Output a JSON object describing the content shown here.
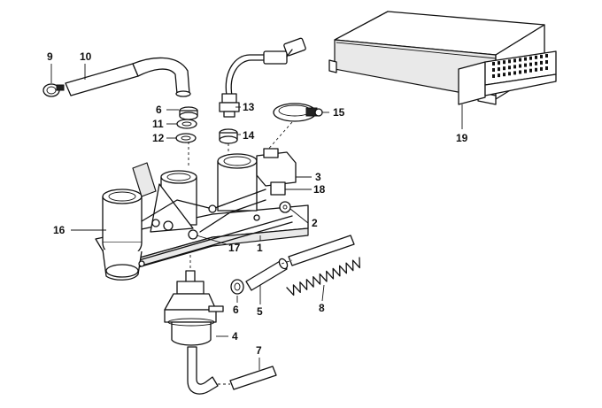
{
  "callouts": [
    {
      "id": "c9",
      "text": "9"
    },
    {
      "id": "c10",
      "text": "10"
    },
    {
      "id": "c6a",
      "text": "6"
    },
    {
      "id": "c11",
      "text": "11"
    },
    {
      "id": "c12",
      "text": "12"
    },
    {
      "id": "c13",
      "text": "13"
    },
    {
      "id": "c14",
      "text": "14"
    },
    {
      "id": "c15",
      "text": "15"
    },
    {
      "id": "c19",
      "text": "19"
    },
    {
      "id": "c3",
      "text": "3"
    },
    {
      "id": "c18",
      "text": "18"
    },
    {
      "id": "c2",
      "text": "2"
    },
    {
      "id": "c16",
      "text": "16"
    },
    {
      "id": "c17",
      "text": "17"
    },
    {
      "id": "c1",
      "text": "1"
    },
    {
      "id": "c6b",
      "text": "6"
    },
    {
      "id": "c5",
      "text": "5"
    },
    {
      "id": "c8",
      "text": "8"
    },
    {
      "id": "c4",
      "text": "4"
    },
    {
      "id": "c7",
      "text": "7"
    }
  ]
}
